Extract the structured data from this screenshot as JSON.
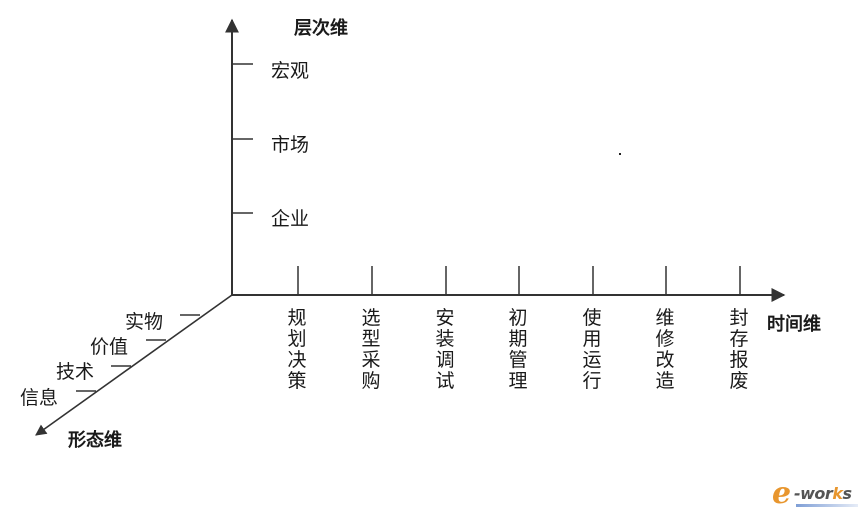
{
  "diagram": {
    "type": "three-dimensional axis diagram",
    "axes": {
      "vertical": {
        "title": "层次维",
        "ticks": [
          "宏观",
          "市场",
          "企业"
        ]
      },
      "horizontal": {
        "title": "时间维",
        "ticks": [
          "规划决策",
          "选型采购",
          "安装调试",
          "初期管理",
          "使用运行",
          "维修改造",
          "封存报废"
        ]
      },
      "diagonal": {
        "title": "形态维",
        "ticks": [
          "实物",
          "价值",
          "技术",
          "信息"
        ]
      }
    },
    "colors": {
      "axis": "#333333",
      "text": "#1a1a1a",
      "logo_orange": "#e8962e",
      "logo_gray": "#555555"
    }
  },
  "watermark": {
    "e": "e",
    "dash": "-",
    "wor": "wor",
    "k": "k",
    "s": "s"
  }
}
